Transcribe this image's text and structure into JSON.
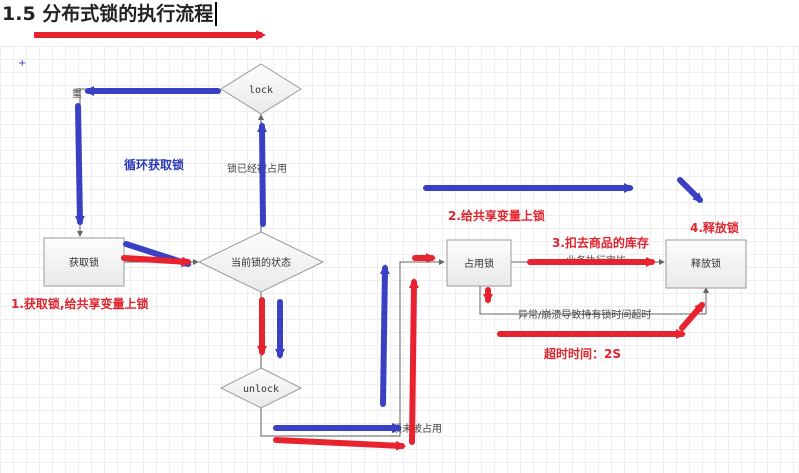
{
  "title": "1.5 分布式锁的执行流程",
  "nodes": {
    "acquire_lock": "获取锁",
    "lock_state": "当前锁的状态",
    "lock": "lock",
    "unlock": "unlock",
    "occupy_lock": "占用锁",
    "release_lock": "释放锁"
  },
  "edge_labels": {
    "lock_occupied": "锁已经被占用",
    "lock_not_occupied": "锁未被占用",
    "business_done": "业务执行完毕",
    "abnormal_timeout": "异常/崩溃导致持有锁时间超时",
    "retry": "重"
  },
  "annotations": {
    "step1": "1.获取锁,给共享变量上锁",
    "step2": "2.给共享变量上锁",
    "step3": "3.扣去商品的库存",
    "step4": "4.释放锁",
    "loop": "循环获取锁",
    "timeout": "超时时间：2S"
  },
  "colors": {
    "red_arrow": "#e8222f",
    "blue_arrow": "#3a40c4",
    "node_fill": "#f4f4f4",
    "node_stroke": "#9a9a9a"
  }
}
